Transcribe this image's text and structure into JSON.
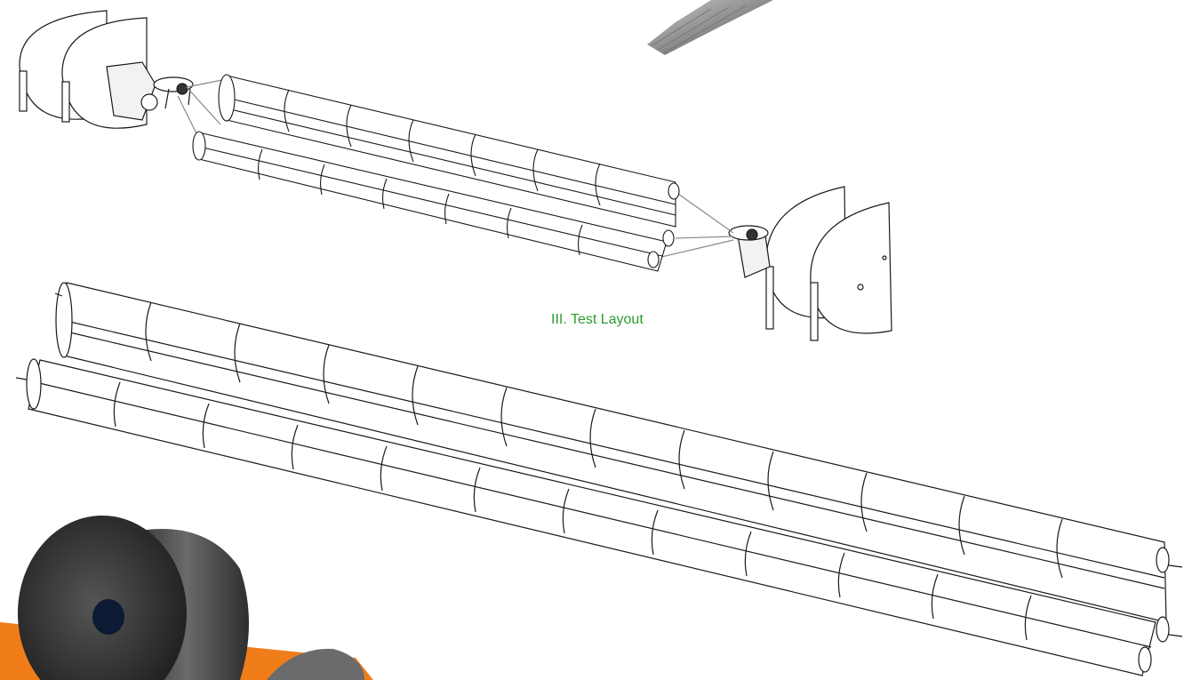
{
  "caption": {
    "text": "III. Test Layout",
    "color": "#2e9b2e"
  },
  "colors": {
    "accent_orange": "#f07d1a",
    "line": "#1a1a1a",
    "rubber": "#3a3a3a",
    "cable": "#8a8a8a"
  },
  "components": [
    {
      "name": "left-end-float-pair",
      "icon": "float-icon"
    },
    {
      "name": "upper-buoy-assembly",
      "segments": 7
    },
    {
      "name": "right-end-float-pair",
      "icon": "float-icon"
    },
    {
      "name": "lower-buoy-assembly",
      "segments": 12
    },
    {
      "name": "rubber-part-photo",
      "icon": "rubber-photo-icon"
    },
    {
      "name": "cable-photo",
      "icon": "cable-photo-icon"
    }
  ]
}
